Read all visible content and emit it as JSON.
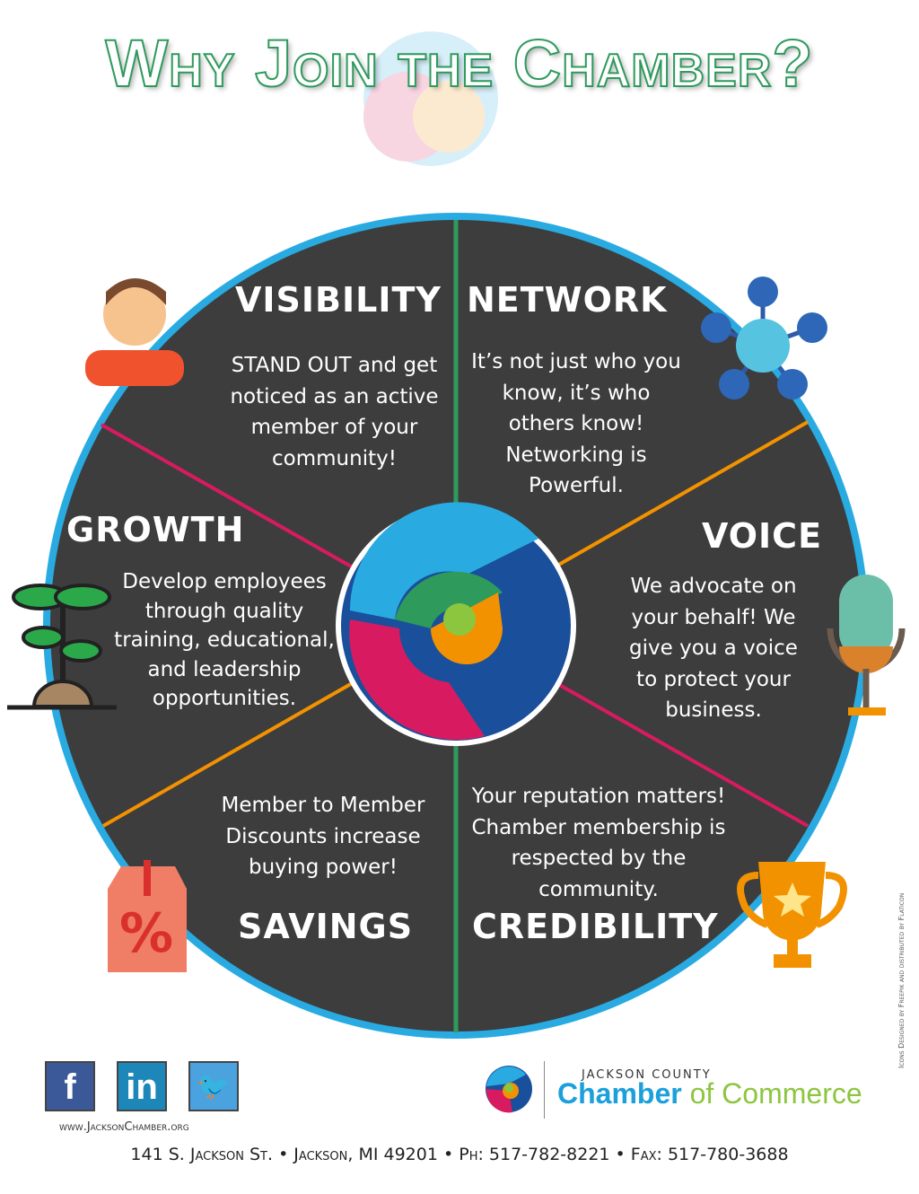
{
  "title": "Why Join the Chamber?",
  "sections": {
    "visibility": {
      "heading": "VISIBILITY",
      "text": "STAND OUT and get noticed as an active member of your community!"
    },
    "network": {
      "heading": "NETWORK",
      "text": "It’s not just who you know, it’s who others know! Networking is Powerful."
    },
    "growth": {
      "heading": "GROWTH",
      "text": "Develop employees through quality training, educational, and leadership opportunities."
    },
    "voice": {
      "heading": "VOICE",
      "text": "We advocate on your behalf! We give you a voice to protect your business."
    },
    "savings": {
      "heading": "SAVINGS",
      "text": "Member to Member Discounts increase buying power!"
    },
    "credibility": {
      "heading": "CREDIBILITY",
      "text": "Your reputation matters! Chamber membership is respected by the community."
    }
  },
  "credit": "Icons Designed by Freepik and distributed by Flaticon",
  "footer": {
    "social": {
      "facebook": "f",
      "linkedin": "in",
      "twitter": "🐦"
    },
    "website": "www.JacksonChamber.org",
    "org_top": "JACKSON COUNTY",
    "org_chamber": "Chamber",
    "org_of_commerce": "of Commerce",
    "address": "141 S. Jackson St. • Jackson, MI 49201 • Ph: 517-782-8221 • Fax: 517-780-3688"
  },
  "colors": {
    "wheel": "#3f3f3f",
    "rim": "#29abe2",
    "green": "#2e9a5c",
    "pink": "#d81b60",
    "orange": "#f39200"
  }
}
